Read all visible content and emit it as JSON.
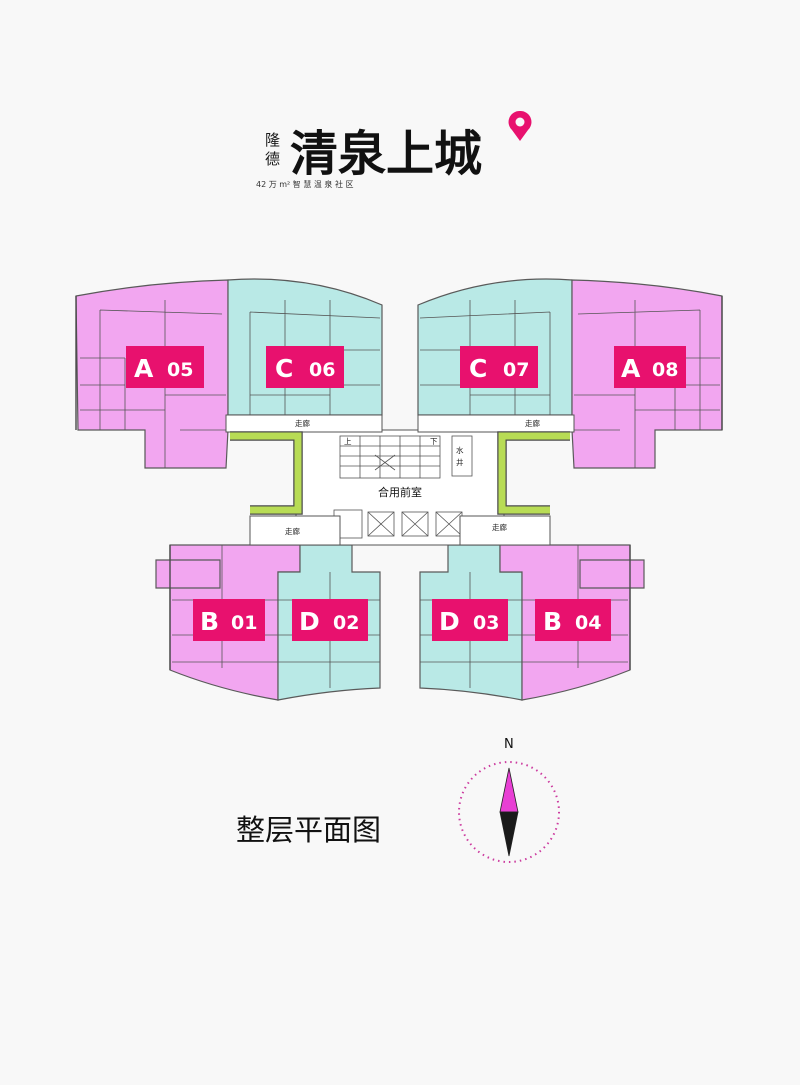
{
  "brand": {
    "prefix": [
      "隆",
      "德"
    ],
    "name": "清泉上城",
    "slogan": "42 万 m² 智 慧 温 泉 社 区",
    "pin_color": "#e8116e"
  },
  "units": [
    {
      "id": "A05",
      "letter": "A",
      "number": "05",
      "color": "pink"
    },
    {
      "id": "C06",
      "letter": "C",
      "number": "06",
      "color": "teal"
    },
    {
      "id": "C07",
      "letter": "C",
      "number": "07",
      "color": "teal"
    },
    {
      "id": "A08",
      "letter": "A",
      "number": "08",
      "color": "pink"
    },
    {
      "id": "B01",
      "letter": "B",
      "number": "01",
      "color": "pink"
    },
    {
      "id": "D02",
      "letter": "D",
      "number": "02",
      "color": "teal"
    },
    {
      "id": "D03",
      "letter": "D",
      "number": "03",
      "color": "teal"
    },
    {
      "id": "B04",
      "letter": "B",
      "number": "04",
      "color": "pink"
    }
  ],
  "labels": {
    "corridor": "走廊",
    "shared_lobby": "合用前室",
    "water_shaft_1": "水",
    "water_shaft_2": "井",
    "up": "上",
    "down": "下"
  },
  "colors": {
    "pink_unit": "#f2a6f0",
    "teal_unit": "#b9e9e6",
    "corridor_green": "#b8dc55",
    "label_red": "#e8116e",
    "compass_north": "#e83fd4",
    "compass_south": "#1a1a1a"
  },
  "title": "整层平面图",
  "compass": {
    "north_label": "N"
  }
}
